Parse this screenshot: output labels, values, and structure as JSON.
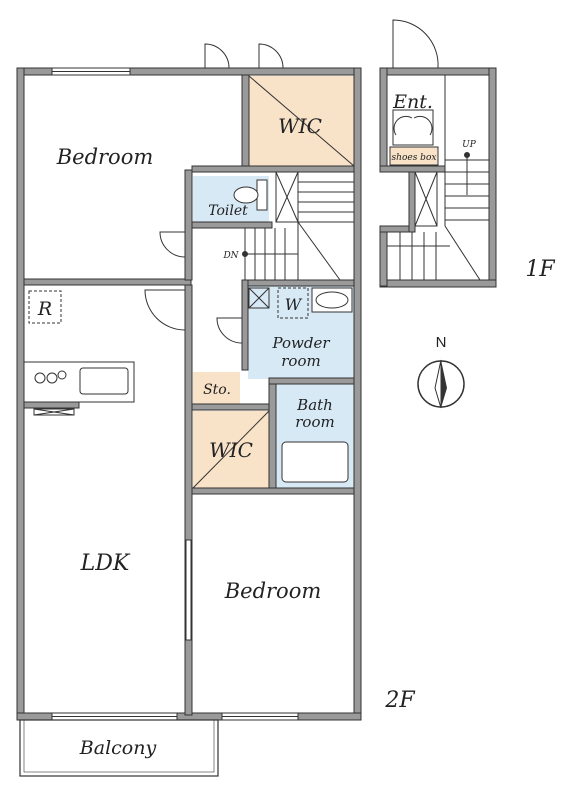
{
  "rooms": {
    "bedroom_north": "Bedroom",
    "wic_north": "WIC",
    "toilet": "Toilet",
    "refrigerator": "R",
    "washer": "W",
    "powder_room_line1": "Powder",
    "powder_room_line2": "room",
    "storage": "Sto.",
    "bath_line1": "Bath",
    "bath_line2": "room",
    "wic_south": "WIC",
    "ldk": "LDK",
    "bedroom_south": "Bedroom",
    "balcony": "Balcony",
    "entrance": "Ent.",
    "shoes_box": "shoes box"
  },
  "stairs": {
    "down_label": "DN",
    "up_label": "UP"
  },
  "floors": {
    "upper": "2F",
    "lower": "1F"
  },
  "compass": {
    "north_label": "N"
  },
  "colors": {
    "wall": "#9a9a9a",
    "wic_fill": "#f8e2c8",
    "wet_area_fill": "#d8e9f6",
    "outline": "#333333"
  }
}
